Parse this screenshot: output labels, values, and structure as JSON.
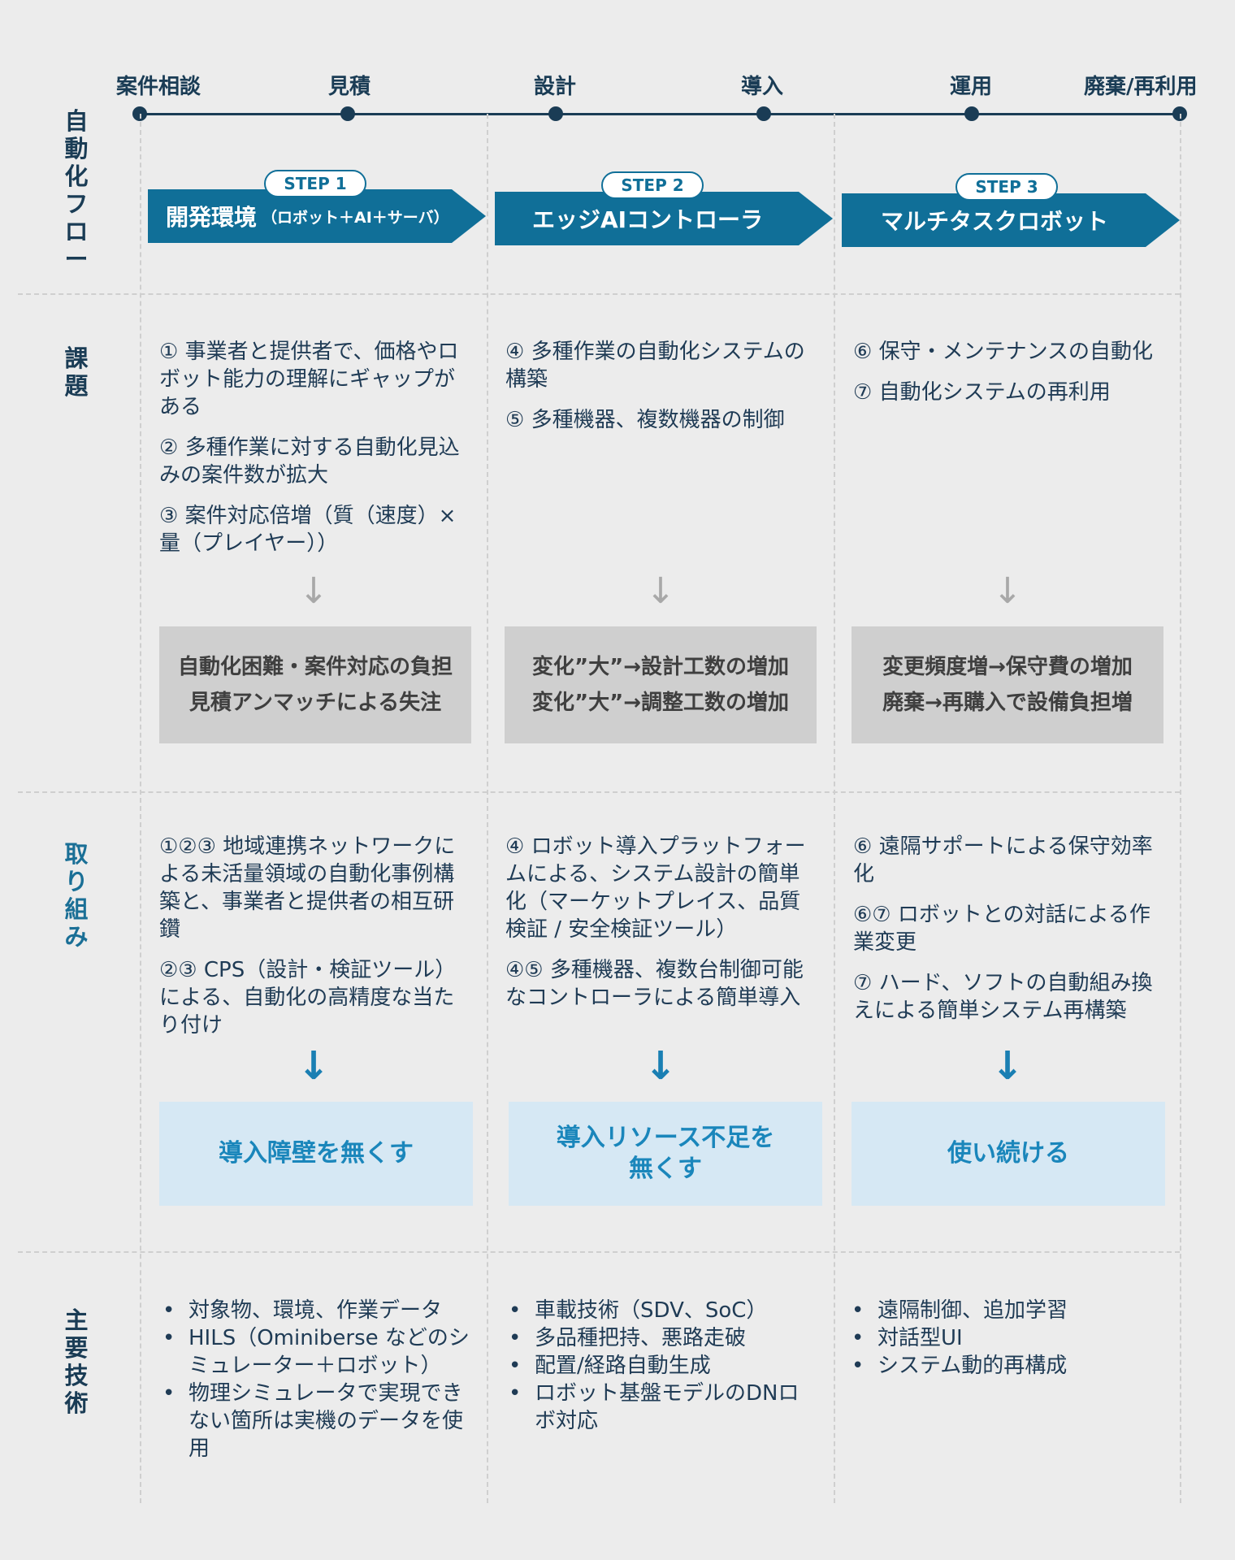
{
  "timeline": {
    "stages": [
      "案件相談",
      "見積",
      "設計",
      "導入",
      "運用",
      "廃棄/再利用"
    ]
  },
  "rows": {
    "flow": "自動化フロー",
    "issues": "課題",
    "efforts": "取り組み",
    "tech": "主要技術"
  },
  "steps": [
    {
      "pill": "STEP 1",
      "title": "開発環境",
      "subtitle": "（ロボット＋AI＋サーバ）"
    },
    {
      "pill": "STEP 2",
      "title": "エッジAIコントローラ",
      "subtitle": ""
    },
    {
      "pill": "STEP 3",
      "title": "マルチタスクロボット",
      "subtitle": ""
    }
  ],
  "issues": [
    [
      "① 事業者と提供者で、価格やロボット能力の理解にギャップがある",
      "② 多種作業に対する自動化見込みの案件数が拡大",
      "③ 案件対応倍増（質（速度）× 量（プレイヤー））"
    ],
    [
      "④ 多種作業の自動化システムの構築",
      "⑤ 多種機器、複数機器の制御"
    ],
    [
      "⑥ 保守・メンテナンスの自動化",
      "⑦ 自動化システムの再利用"
    ]
  ],
  "issue_results": [
    [
      "自動化困難・案件対応の負担",
      "見積アンマッチによる失注"
    ],
    [
      "変化”大”→設計工数の増加",
      "変化”大”→調整工数の増加"
    ],
    [
      "変更頻度増→保守費の増加",
      "廃棄→再購入で設備負担増"
    ]
  ],
  "efforts": [
    [
      "①②③ 地域連携ネットワークによる未活量領域の自動化事例構築と、事業者と提供者の相互研鑽",
      "②③ CPS（設計・検証ツール）による、自動化の高精度な当たり付け"
    ],
    [
      "④ ロボット導入プラットフォームによる、システム設計の簡単化（マーケットプレイス、品質検証 / 安全検証ツール）",
      "④⑤ 多種機器、複数台制御可能なコントローラによる簡単導入"
    ],
    [
      "⑥ 遠隔サポートによる保守効率化",
      "⑥⑦ ロボットとの対話による作業変更",
      "⑦ ハード、ソフトの自動組み換えによる簡単システム再構築"
    ]
  ],
  "effort_results": [
    [
      "導入障壁を無くす"
    ],
    [
      "導入リソース不足を",
      "無くす"
    ],
    [
      "使い続ける"
    ]
  ],
  "tech": [
    [
      "対象物、環境、作業データ",
      "HILS（Ominiberse などのシミュレーター＋ロボット）",
      "物理シミュレータで実現できない箇所は実機のデータを使用"
    ],
    [
      "車載技術（SDV、SoC）",
      "多品種把持、悪路走破",
      "配置/経路自動生成",
      "ロボット基盤モデルのDNロボ対応"
    ],
    [
      "遠隔制御、追加学習",
      "対話型UI",
      "システム動的再構成"
    ]
  ],
  "icons": {
    "arrow_down": "↓"
  },
  "colors": {
    "accent": "#106f98",
    "dark": "#1a3c55",
    "light_blue": "#d6e8f4",
    "gray_box": "#cfcfcf"
  }
}
